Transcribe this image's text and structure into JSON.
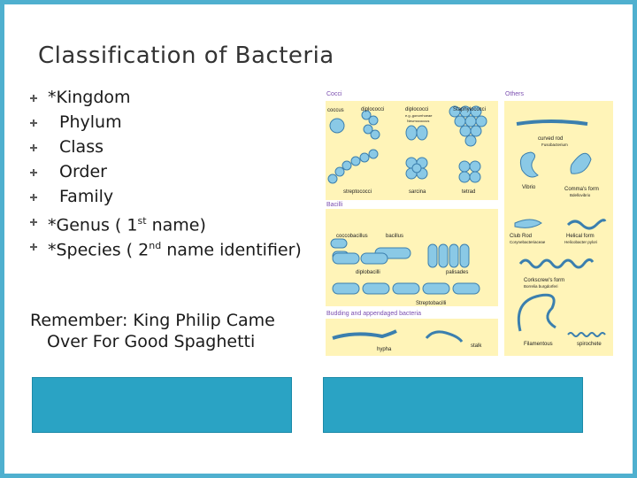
{
  "title": "Classification of Bacteria",
  "bullets": [
    {
      "text": "*Kingdom"
    },
    {
      "text": "Phylum"
    },
    {
      "text": "Class"
    },
    {
      "text": "Order"
    },
    {
      "text": "Family"
    },
    {
      "before": "*Genus ( 1",
      "sup": "st",
      "after": " name)"
    },
    {
      "before": "*Species ( 2",
      "sup": "nd",
      "after": " name identifier)"
    }
  ],
  "remember": {
    "line1": "Remember: King Philip Came",
    "line2": "Over For Good Spaghetti"
  },
  "figure": {
    "cocci_header": "Cocci",
    "others_header": "Others",
    "bacilli_header": "Bacilli",
    "budding_header": "Budding and appendaged bacteria",
    "labels": {
      "coccus": "coccus",
      "diplococci": "diplococci",
      "diplococci2": "diplococci",
      "neisseria": "e.g.,gonorrhoeae",
      "neumococcus": "Neumococcus",
      "staphylococci": "Staphylococci",
      "streptococci": "streptococci",
      "sarcina": "sarcina",
      "tetrad": "tetrad",
      "curved_rod": "curved rod",
      "fusobacterium": "Fusobacterium",
      "vibrio": "Vibrio",
      "commas_form": "Comma's form",
      "bdellovibrio": "Bdellovibrio",
      "coccobacillus": "coccobacillus",
      "bacillus": "bacillus",
      "diplobacilli": "diplobacilli",
      "palisades": "palisades",
      "streptobacilli": "Streptobacilli",
      "club_rod": "Club Rod",
      "corynebacteriaceae": "Corynebacteriaceae",
      "helical_form": "Helical form",
      "helicobacter": "Helicobacter pylori",
      "corkscrews_form": "Corkscrew's form",
      "borrelia": "Borrelia burgdorferi",
      "hypha": "hypha",
      "stalk": "stalk",
      "filamentous": "Filamentous",
      "spirochete": "spirochete"
    },
    "colors": {
      "panel": "#fff4b8",
      "cell": "#8ac9e6",
      "cell_stroke": "#3b7fae",
      "header": "#7b4fb0"
    }
  },
  "colors": {
    "frame": "#4fb0cf",
    "bluebox": "#2aa3c4"
  }
}
